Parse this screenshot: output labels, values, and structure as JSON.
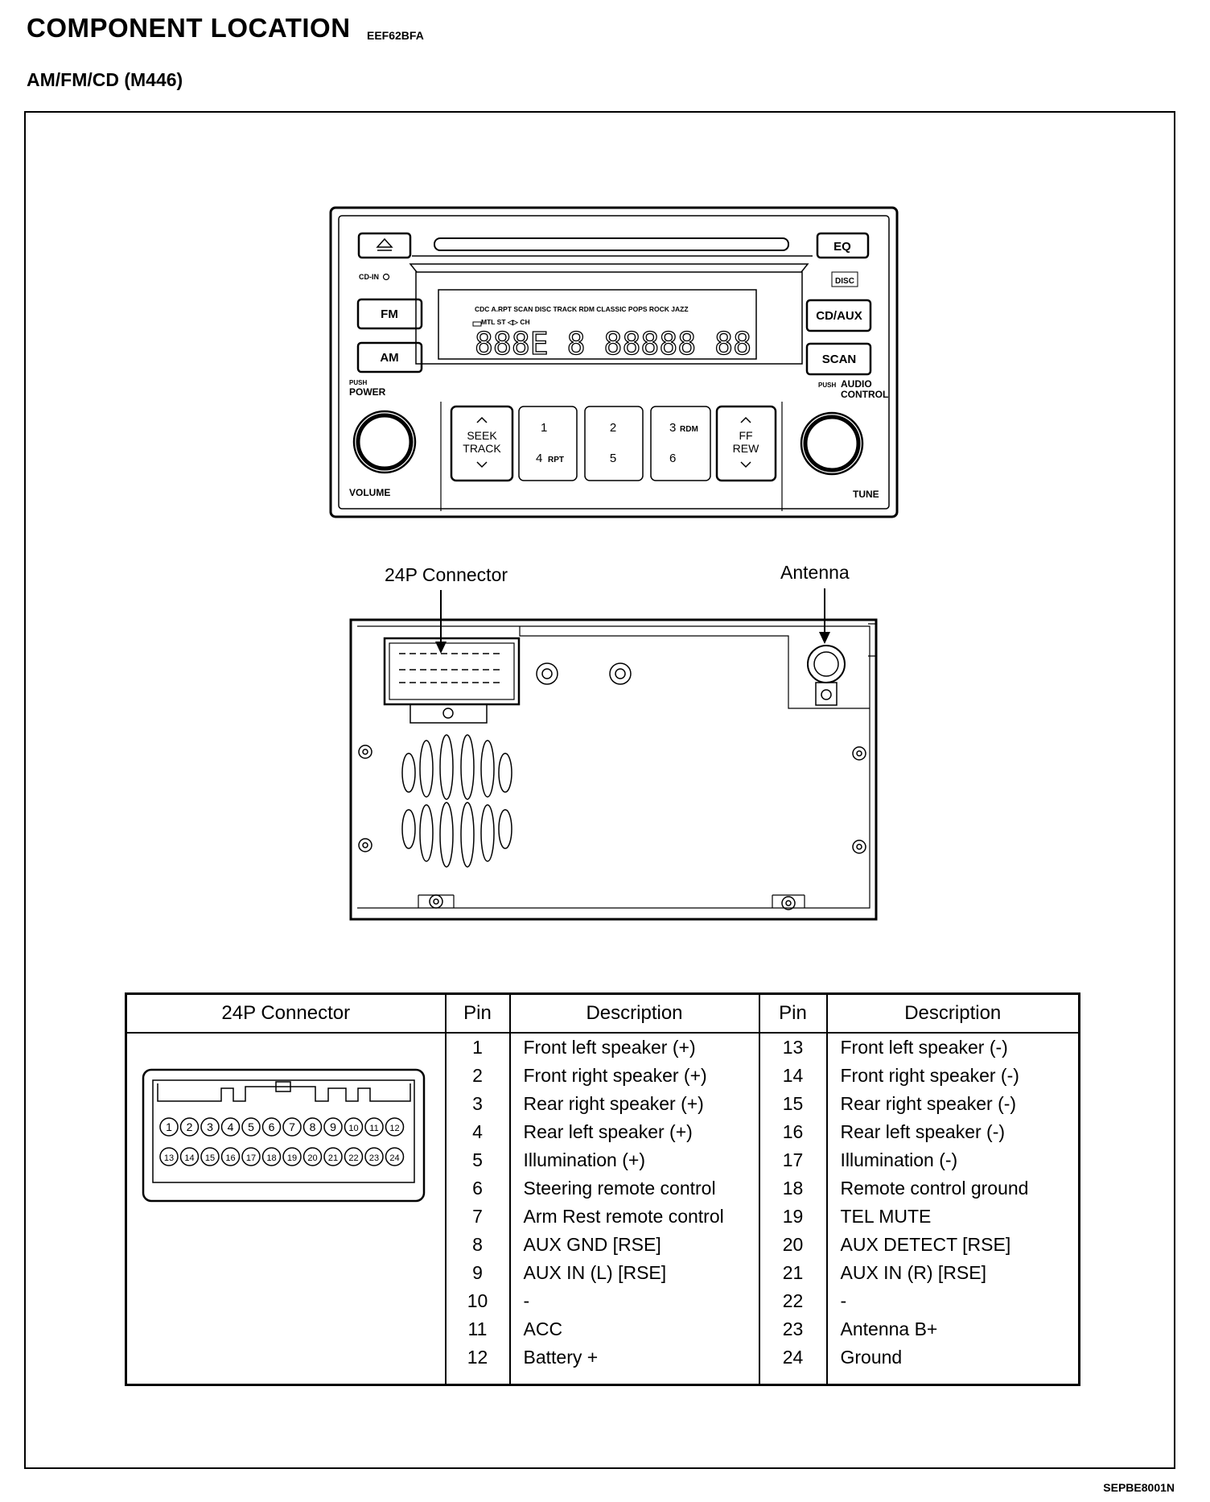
{
  "header": {
    "title": "COMPONENT LOCATION",
    "code": "EEF62BFA",
    "subtitle": "AM/FM/CD (M446)"
  },
  "radio_front": {
    "buttons": {
      "eq": "EQ",
      "fm": "FM",
      "am": "AM",
      "cd_aux": "CD/AUX",
      "scan": "SCAN",
      "seek_track_1": "SEEK",
      "seek_track_2": "TRACK",
      "preset_1": "1",
      "preset_2": "2",
      "preset_3": "3",
      "preset_3_sub": "RDM",
      "preset_4": "4",
      "preset_4_sub": "RPT",
      "preset_5": "5",
      "preset_6": "6",
      "ff_rew_1": "FF",
      "ff_rew_2": "REW"
    },
    "labels": {
      "cd_in": "CD-IN",
      "disc_logo": "DISC",
      "push": "PUSH",
      "power": "POWER",
      "audio": "AUDIO",
      "control": "CONTROL",
      "volume": "VOLUME",
      "tune": "TUNE"
    },
    "display": {
      "indicators_1": "CDC A.RPT SCAN DISC  TRACK RDM CLASSIC POPS ROCK JAZZ",
      "indicators_2": "MTL ST  ◁▷  CH",
      "digits": "888E 8 88888 88"
    }
  },
  "rear_view": {
    "connector_label": "24P Connector",
    "antenna_label": "Antenna"
  },
  "connector_icon": {
    "top_row": [
      "1",
      "2",
      "3",
      "4",
      "5",
      "6",
      "7",
      "8",
      "9",
      "10",
      "11",
      "12"
    ],
    "bottom_row": [
      "13",
      "14",
      "15",
      "16",
      "17",
      "18",
      "19",
      "20",
      "21",
      "22",
      "23",
      "24"
    ]
  },
  "table": {
    "headers": [
      "24P Connector",
      "Pin",
      "Description",
      "Pin",
      "Description"
    ],
    "left_pins": [
      {
        "pin": "1",
        "desc": "Front left speaker (+)"
      },
      {
        "pin": "2",
        "desc": "Front right speaker (+)"
      },
      {
        "pin": "3",
        "desc": "Rear right speaker (+)"
      },
      {
        "pin": "4",
        "desc": "Rear left speaker (+)"
      },
      {
        "pin": "5",
        "desc": "Illumination (+)"
      },
      {
        "pin": "6",
        "desc": "Steering remote control"
      },
      {
        "pin": "7",
        "desc": "Arm Rest remote control"
      },
      {
        "pin": "8",
        "desc": "AUX GND [RSE]"
      },
      {
        "pin": "9",
        "desc": "AUX IN (L) [RSE]"
      },
      {
        "pin": "10",
        "desc": "-"
      },
      {
        "pin": "11",
        "desc": "ACC"
      },
      {
        "pin": "12",
        "desc": "Battery +"
      }
    ],
    "right_pins": [
      {
        "pin": "13",
        "desc": "Front left speaker (-)"
      },
      {
        "pin": "14",
        "desc": "Front right speaker (-)"
      },
      {
        "pin": "15",
        "desc": "Rear right speaker (-)"
      },
      {
        "pin": "16",
        "desc": "Rear left speaker (-)"
      },
      {
        "pin": "17",
        "desc": "Illumination (-)"
      },
      {
        "pin": "18",
        "desc": "Remote control ground"
      },
      {
        "pin": "19",
        "desc": "TEL MUTE"
      },
      {
        "pin": "20",
        "desc": "AUX DETECT [RSE]"
      },
      {
        "pin": "21",
        "desc": "AUX IN (R) [RSE]"
      },
      {
        "pin": "22",
        "desc": "-"
      },
      {
        "pin": "23",
        "desc": "Antenna B+"
      },
      {
        "pin": "24",
        "desc": "Ground"
      }
    ]
  },
  "footer": {
    "doc_code": "SEPBE8001N"
  }
}
